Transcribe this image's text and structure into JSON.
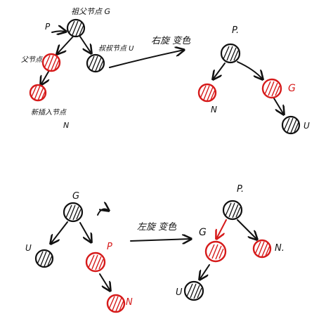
{
  "colors": {
    "ink": "#111111",
    "red": "#d61a1a"
  },
  "top": {
    "labels": {
      "grandparent": "祖父节点 G",
      "parent_letter": "P",
      "parent": "父节点",
      "uncle": "叔叔节点 U",
      "new_node": "新插入节点",
      "new_node_letter": "N"
    },
    "operation": "右旋 变色",
    "after": {
      "p": "P.",
      "g": "G",
      "n": "N",
      "u": "U"
    }
  },
  "bottom": {
    "before": {
      "g": "G",
      "u": "U",
      "p": "P",
      "n": "N"
    },
    "operation": "左旋 变色",
    "after": {
      "p": "P.",
      "g": "G",
      "n": "N.",
      "u": "U"
    }
  }
}
